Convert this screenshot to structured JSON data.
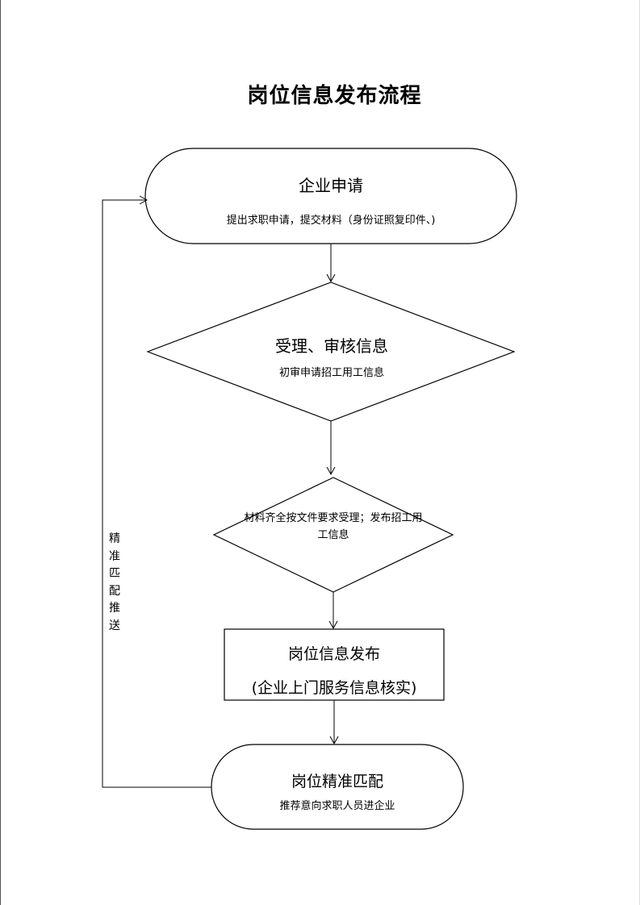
{
  "title": "岗位信息发布流程",
  "nodes": {
    "apply": {
      "title": "企业申请",
      "subtitle": "提出求职申请，提交材料（身份证照复印件、)"
    },
    "review": {
      "title": "受理、审核信息",
      "subtitle": "初审申请招工用工信息"
    },
    "decision": {
      "text": "材料齐全按文件要求受理；发布招工用工信息"
    },
    "publish": {
      "title": "岗位信息发布",
      "subtitle": "(企业上门服务信息核实)"
    },
    "match": {
      "title": "岗位精准匹配",
      "subtitle": "推荐意向求职人员进企业"
    }
  },
  "feedback_label": "精准匹配推送"
}
